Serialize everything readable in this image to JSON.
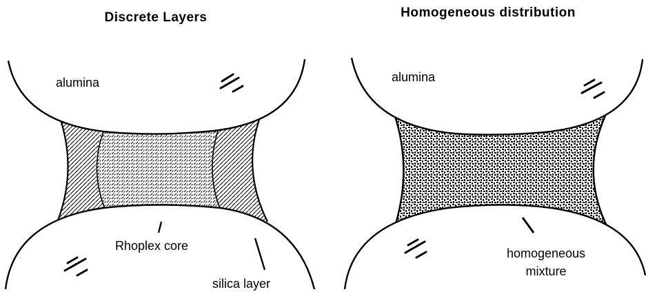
{
  "panels": [
    {
      "title": "Discrete Layers",
      "top_particle_label": "alumina",
      "core_label": "Rhoplex core",
      "layer_label": "silica layer"
    },
    {
      "title": "Homogeneous distribution",
      "top_particle_label": "alumina",
      "mixture_label_line1": "homogeneous",
      "mixture_label_line2": "mixture"
    }
  ]
}
